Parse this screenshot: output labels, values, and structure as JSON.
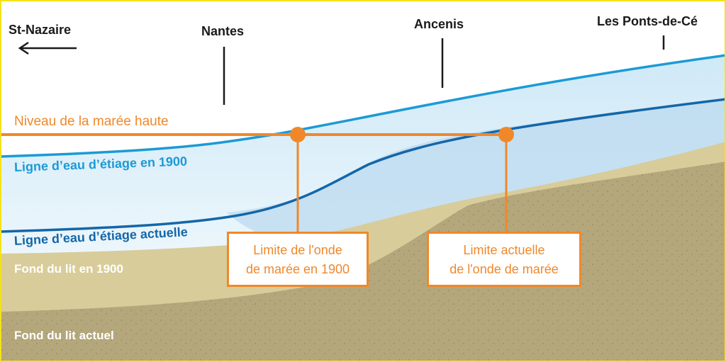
{
  "towns": {
    "st_nazaire": "St-Nazaire",
    "nantes": "Nantes",
    "ancenis": "Ancenis",
    "ponts_de_ce": "Les Ponts-de-Cé"
  },
  "labels": {
    "high_tide": "Niveau de la marée haute",
    "water_1900": "Ligne d’eau d’étiage en 1900",
    "water_current": "Ligne d’eau d’étiage actuelle",
    "bed_1900": "Fond du lit en 1900",
    "bed_current": "Fond du lit actuel"
  },
  "boxes": {
    "limit_1900": {
      "line1": "Limite de l'onde",
      "line2": "de marée en 1900"
    },
    "limit_current": {
      "line1": "Limite actuelle",
      "line2": "de l'onde de marée"
    }
  },
  "colors": {
    "frame": "#f5e21a",
    "orange": "#f0882a",
    "water_light": "#1c9ad6",
    "water_dark": "#1466a8",
    "sand_light": "#d8cc9a",
    "sand_dark": "#b4a77c",
    "water_fill": "#cfe9f7"
  }
}
